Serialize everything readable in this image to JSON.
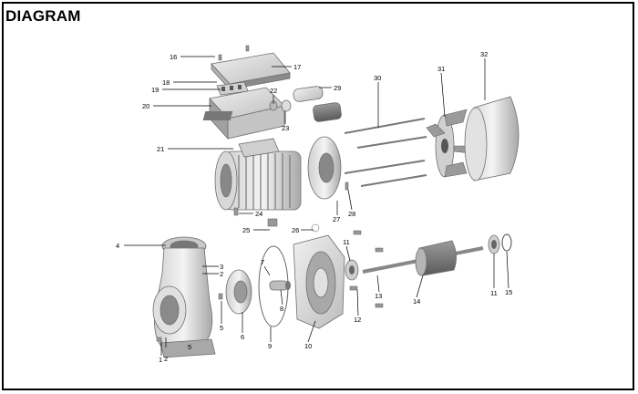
{
  "title": "DIAGRAM",
  "callouts": [
    {
      "id": "1",
      "label": "1"
    },
    {
      "id": "2",
      "label": "2"
    },
    {
      "id": "2b",
      "label": "2"
    },
    {
      "id": "3",
      "label": "3"
    },
    {
      "id": "4",
      "label": "4"
    },
    {
      "id": "5",
      "label": "5"
    },
    {
      "id": "5b",
      "label": "5"
    },
    {
      "id": "6",
      "label": "6"
    },
    {
      "id": "7",
      "label": "7"
    },
    {
      "id": "8",
      "label": "8"
    },
    {
      "id": "9",
      "label": "9"
    },
    {
      "id": "10",
      "label": "10"
    },
    {
      "id": "11",
      "label": "11"
    },
    {
      "id": "11b",
      "label": "11"
    },
    {
      "id": "12",
      "label": "12"
    },
    {
      "id": "13",
      "label": "13"
    },
    {
      "id": "14",
      "label": "14"
    },
    {
      "id": "15",
      "label": "15"
    },
    {
      "id": "16",
      "label": "16"
    },
    {
      "id": "17",
      "label": "17"
    },
    {
      "id": "18",
      "label": "18"
    },
    {
      "id": "19",
      "label": "19"
    },
    {
      "id": "20",
      "label": "20"
    },
    {
      "id": "21",
      "label": "21"
    },
    {
      "id": "22",
      "label": "22"
    },
    {
      "id": "23",
      "label": "23"
    },
    {
      "id": "24",
      "label": "24"
    },
    {
      "id": "25",
      "label": "25"
    },
    {
      "id": "26",
      "label": "26"
    },
    {
      "id": "27",
      "label": "27"
    },
    {
      "id": "28",
      "label": "28"
    },
    {
      "id": "29",
      "label": "29"
    },
    {
      "id": "30",
      "label": "30"
    },
    {
      "id": "31",
      "label": "31"
    },
    {
      "id": "32",
      "label": "32"
    }
  ]
}
